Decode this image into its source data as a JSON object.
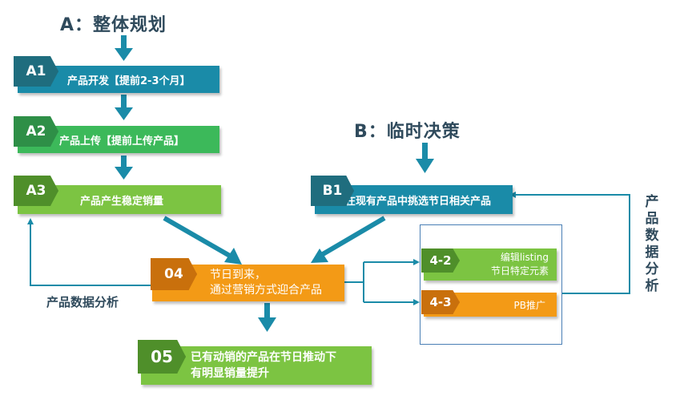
{
  "titles": {
    "a": "A：整体规划",
    "b": "B：临时决策"
  },
  "steps": {
    "a1": {
      "tag": "A1",
      "text": "产品开发【提前2-3个月】"
    },
    "a2": {
      "tag": "A2",
      "text": "产品上传【提前上传产品】"
    },
    "a3": {
      "tag": "A3",
      "text": "产品产生稳定销量"
    },
    "b1": {
      "tag": "B1",
      "text": "在现有产品中挑选节日相关产品"
    },
    "s04": {
      "tag": "04",
      "line1": "节日到来，",
      "line2": "通过营销方式迎合产品"
    },
    "s05": {
      "tag": "05",
      "line1": "已有动销的产品在节日推动下",
      "line2": "有明显销量提升"
    },
    "s42": {
      "tag": "4-2",
      "line1": "编辑listing",
      "line2": "节日特定元素"
    },
    "s43": {
      "tag": "4-3",
      "text": "PB推广"
    }
  },
  "labels": {
    "left_loop": "产品数据分析",
    "right_loop": "产品数据分析"
  },
  "colors": {
    "teal": "#1a8ba8",
    "teal_dark": "#1f6d7e",
    "green": "#3cb95a",
    "green_dark": "#2e8f47",
    "lime": "#7cc442",
    "lime_dark": "#4f8f2a",
    "orange": "#f39a16",
    "orange_dark": "#c9700c",
    "arrow": "#1a8ba8",
    "text_dark": "#2f4a5c"
  }
}
